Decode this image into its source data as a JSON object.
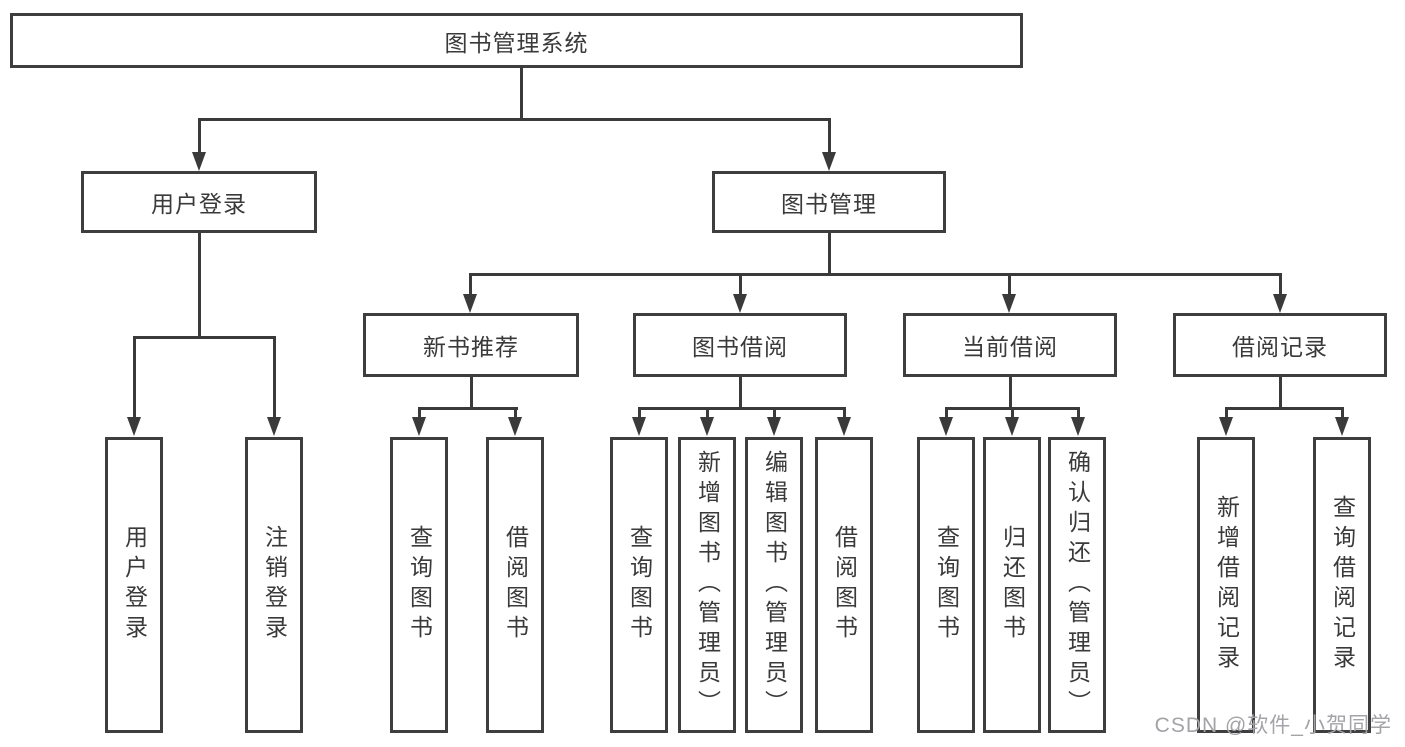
{
  "diagram": {
    "title": "图书管理系统",
    "colors": {
      "line": "#3a3a3a",
      "box_border": "#3e3e3e",
      "text": "#3a3a3a",
      "background": "#ffffff",
      "watermark": "#a3a3a8"
    },
    "root": {
      "label": "图书管理系统"
    },
    "level2": [
      {
        "label": "用户登录",
        "parent": "图书管理系统"
      },
      {
        "label": "图书管理",
        "parent": "图书管理系统"
      }
    ],
    "level3": [
      {
        "label": "新书推荐",
        "parent": "图书管理"
      },
      {
        "label": "图书借阅",
        "parent": "图书管理"
      },
      {
        "label": "当前借阅",
        "parent": "图书管理"
      },
      {
        "label": "借阅记录",
        "parent": "图书管理"
      }
    ],
    "leaves": [
      {
        "label": "用户登录",
        "parent": "用户登录"
      },
      {
        "label": "注销登录",
        "parent": "用户登录"
      },
      {
        "label": "查询图书",
        "parent": "新书推荐"
      },
      {
        "label": "借阅图书",
        "parent": "新书推荐"
      },
      {
        "label": "查询图书",
        "parent": "图书借阅"
      },
      {
        "label": "新增图书（管理员）",
        "parent": "图书借阅"
      },
      {
        "label": "编辑图书（管理员）",
        "parent": "图书借阅"
      },
      {
        "label": "借阅图书",
        "parent": "图书借阅"
      },
      {
        "label": "查询图书",
        "parent": "当前借阅"
      },
      {
        "label": "归还图书",
        "parent": "当前借阅"
      },
      {
        "label": "确认归还（管理员）",
        "parent": "当前借阅"
      },
      {
        "label": "新增借阅记录",
        "parent": "借阅记录"
      },
      {
        "label": "查询借阅记录",
        "parent": "借阅记录"
      }
    ]
  },
  "watermark": {
    "text": "CSDN @软件_小贺同学"
  }
}
